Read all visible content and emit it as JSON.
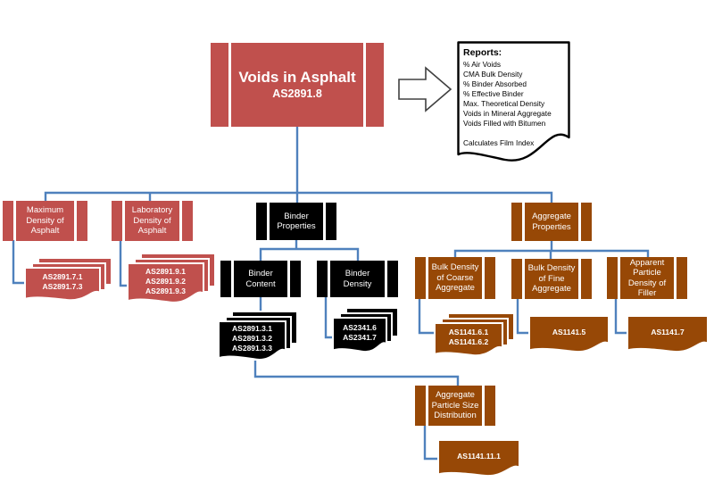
{
  "colors": {
    "red": "#C0504D",
    "black": "#000000",
    "brown": "#974806",
    "connector_blue": "#4F81BD",
    "note_fill": "#FFFFFF",
    "note_border": "#000000"
  },
  "root": {
    "title": "Voids in Asphalt",
    "standard": "AS2891.8"
  },
  "reports": {
    "heading": "Reports:",
    "items": [
      "% Air Voids",
      "CMA Bulk Density",
      "% Binder Absorbed",
      "% Effective Binder",
      "Max. Theoretical Density",
      "Voids in Mineral Aggregate",
      "Voids Filled with Bitumen"
    ],
    "footer": "Calculates Film Index"
  },
  "branches": {
    "maximum_density": {
      "label": "Maximum Density of Asphalt",
      "docs": [
        "AS2891.7.1",
        "AS2891.7.3"
      ]
    },
    "laboratory_density": {
      "label": "Laboratory Density of Asphalt",
      "docs": [
        "AS2891.9.1",
        "AS2891.9.2",
        "AS2891.9.3"
      ]
    },
    "binder_properties": {
      "label": "Binder Properties"
    },
    "binder_content": {
      "label": "Binder Content",
      "docs": [
        "AS2891.3.1",
        "AS2891.3.2",
        "AS2891.3.3"
      ]
    },
    "binder_density": {
      "label": "Binder Density",
      "docs": [
        "AS2341.6",
        "AS2341.7"
      ]
    },
    "aggregate_properties": {
      "label": "Aggregate Properties"
    },
    "coarse_aggregate": {
      "label": "Bulk Density of Coarse Aggregate",
      "docs": [
        "AS1141.6.1",
        "AS1141.6.2"
      ]
    },
    "fine_aggregate": {
      "label": "Bulk Density of Fine Aggregate",
      "docs": [
        "AS1141.5"
      ]
    },
    "filler": {
      "label": "Apparent Particle Density of Filler",
      "docs": [
        "AS1141.7"
      ]
    },
    "particle_size": {
      "label": "Aggregate Particle Size Distribution",
      "docs": [
        "AS1141.11.1"
      ]
    }
  }
}
